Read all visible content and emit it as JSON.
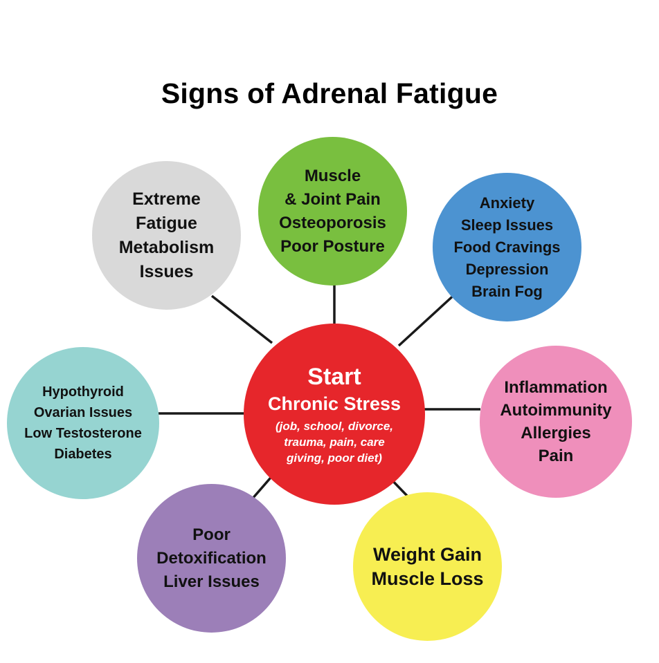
{
  "title": "Signs of Adrenal Fatigue",
  "colors": {
    "center": "#e6262b",
    "fatigue": "#d9d9d9",
    "muscle": "#79bf3f",
    "anxiety": "#4c93d1",
    "thyroid": "#96d4d1",
    "inflammation": "#ef8fbb",
    "detox": "#9c7fb8",
    "weight": "#f7ee52",
    "connector": "#1a1a1a"
  },
  "center": {
    "heading": "Start",
    "label": "Chronic Stress",
    "notes": [
      "(job, school, divorce,",
      "trauma, pain, care",
      "giving, poor diet)"
    ]
  },
  "nodes": {
    "fatigue": [
      "Extreme",
      "Fatigue",
      "Metabolism",
      "Issues"
    ],
    "muscle": [
      "Muscle",
      "& Joint Pain",
      "Osteoporosis",
      "Poor Posture"
    ],
    "anxiety": [
      "Anxiety",
      "Sleep Issues",
      "Food Cravings",
      "Depression",
      "Brain Fog"
    ],
    "thyroid": [
      "Hypothyroid",
      "Ovarian Issues",
      "Low Testosterone",
      "Diabetes"
    ],
    "inflammation": [
      "Inflammation",
      "Autoimmunity",
      "Allergies",
      "Pain"
    ],
    "detox": [
      "Poor",
      "Detoxification",
      "Liver Issues"
    ],
    "weight": [
      "Weight Gain",
      "Muscle Loss"
    ]
  }
}
